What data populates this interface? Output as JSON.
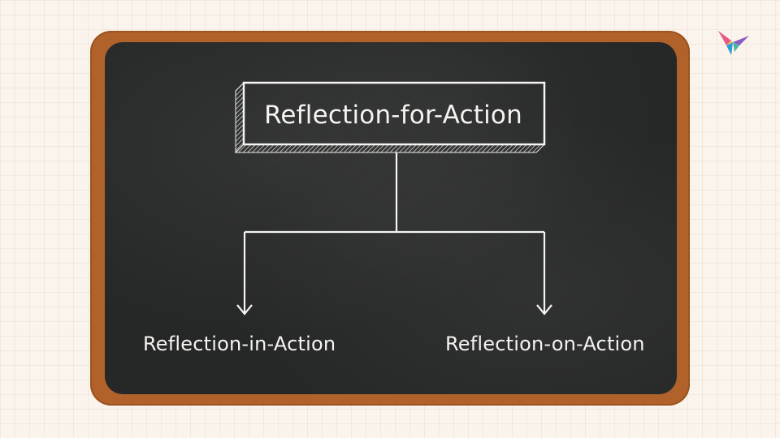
{
  "diagram": {
    "root": {
      "label": "Reflection-for-Action"
    },
    "children": [
      {
        "label": "Reflection-in-Action"
      },
      {
        "label": "Reflection-on-Action"
      }
    ]
  },
  "colors": {
    "board": "#262727",
    "frame": "#b0622a",
    "chalk": "#f4f4f0",
    "background": "#fbf4ec"
  },
  "icons": {
    "logo": "butterfly-logo-icon"
  }
}
